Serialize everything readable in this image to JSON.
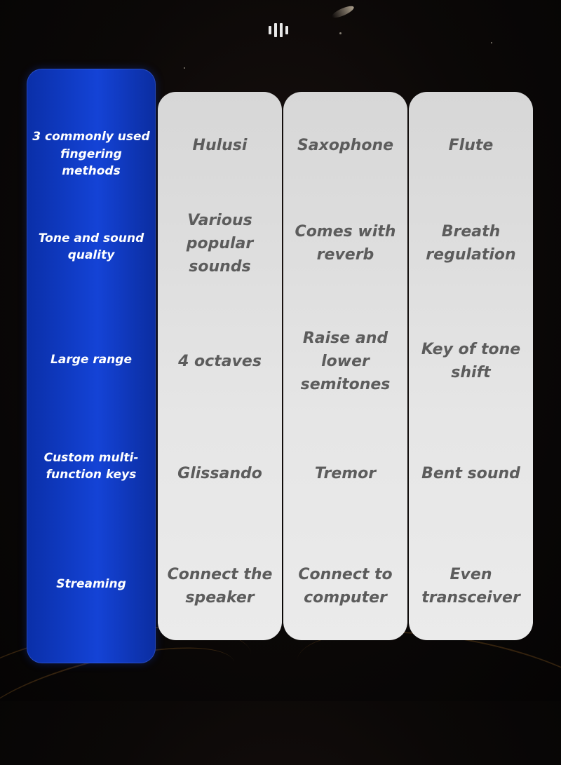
{
  "logo": {
    "icon": "equalizer-bars-icon",
    "color": "#e8e8e8"
  },
  "colors": {
    "label_column": "#1443d6",
    "value_column": "#e2e2e2",
    "value_text": "#5c5c5c",
    "label_text": "#ffffff"
  },
  "rows": [
    {
      "label": "3 commonly used fingering methods"
    },
    {
      "label": "Tone and sound quality"
    },
    {
      "label": "Large range"
    },
    {
      "label": "Custom multi-function keys"
    },
    {
      "label": "Streaming"
    }
  ],
  "columns": [
    {
      "values": [
        "Hulusi",
        "Various popular sounds",
        "4 octaves",
        "Glissando",
        "Connect the speaker"
      ]
    },
    {
      "values": [
        "Saxophone",
        "Comes with reverb",
        "Raise and lower semitones",
        "Tremor",
        "Connect to computer"
      ]
    },
    {
      "values": [
        "Flute",
        "Breath regulation",
        "Key of tone shift",
        "Bent sound",
        "Even transceiver"
      ]
    }
  ]
}
